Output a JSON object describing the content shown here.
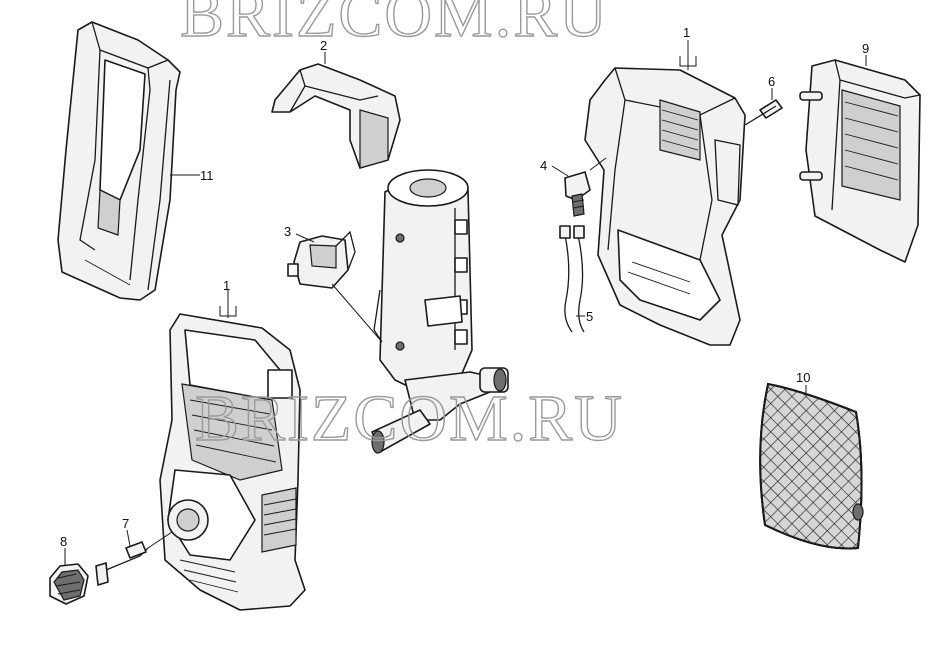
{
  "watermark": {
    "top": "BRIZCOM.RU",
    "middle": "BRIZCOM.RU"
  },
  "callouts": {
    "c1_front": "1",
    "c1_back": "1",
    "c2": "2",
    "c3": "3",
    "c4": "4",
    "c5": "5",
    "c6": "6",
    "c7": "7",
    "c8": "8",
    "c9": "9",
    "c10": "10",
    "c11": "11"
  }
}
